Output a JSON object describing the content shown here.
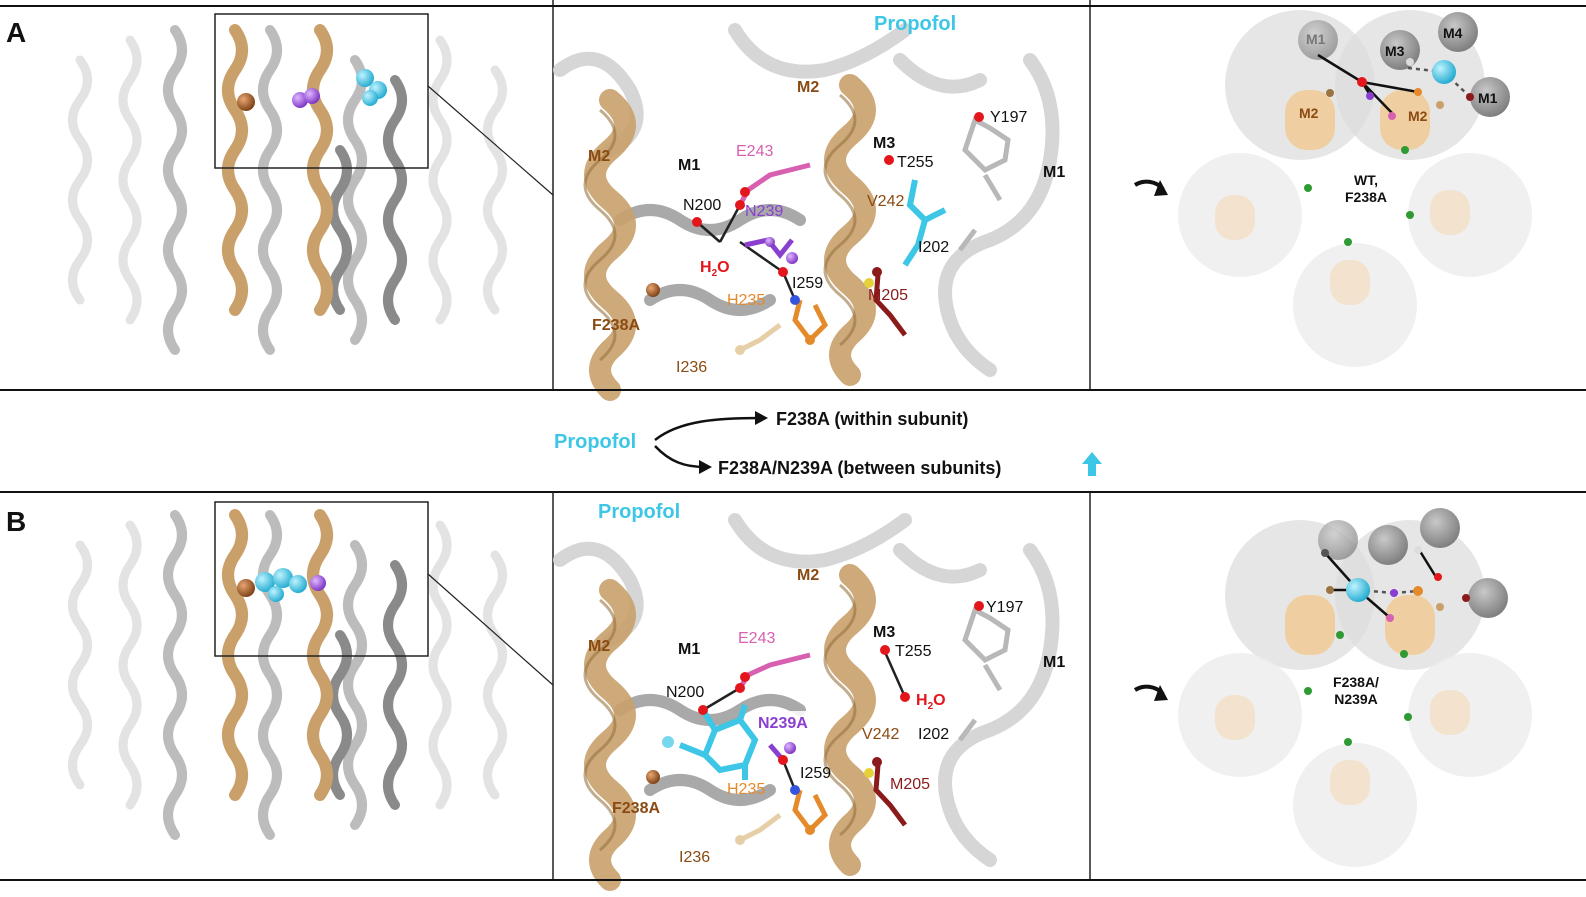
{
  "panels": [
    {
      "id": "A",
      "letter": "A",
      "molecule": {
        "ligand": "Propofol",
        "helix_labels": [
          "M2",
          "M2",
          "M1",
          "M3",
          "M1"
        ],
        "residues": [
          "E243",
          "N239",
          "N200",
          "T255",
          "Y197",
          "V242",
          "I202",
          "I259",
          "H235",
          "M205",
          "F238A",
          "I236"
        ],
        "water": {
          "main": "H",
          "sub": "2",
          "tail": "O"
        }
      },
      "schematic": {
        "tm_labels": [
          "M1",
          "M3",
          "M4",
          "M1",
          "M2",
          "M2"
        ],
        "caption_lines": [
          "WT,",
          "F238A"
        ]
      }
    },
    {
      "id": "B",
      "letter": "B",
      "molecule": {
        "ligand": "Propofol",
        "helix_labels": [
          "M2",
          "M2",
          "M1",
          "M3",
          "M1"
        ],
        "residues": [
          "E243",
          "N239A",
          "N200",
          "T255",
          "Y197",
          "V242",
          "I202",
          "I259",
          "H235",
          "M205",
          "F238A",
          "I236"
        ],
        "water": {
          "main": "H",
          "sub": "2",
          "tail": "O"
        }
      },
      "schematic": {
        "tm_labels": [],
        "caption_lines": [
          "F238A/",
          "N239A"
        ]
      }
    }
  ],
  "middle": {
    "source": "Propofol",
    "target_top": "F238A (within subunit)",
    "target_bottom": "F238A/N239A (between subunits)"
  },
  "colors": {
    "propofol": "#3dc6e6",
    "gold_helix": "#c9a06a",
    "gold_dark": "#9a7442",
    "gray_helix": "#a8a8a8",
    "gray_dark": "#6f6f6f",
    "brown_label": "#8b4a12",
    "purple": "#8a3fd0",
    "pink": "#d860b0",
    "red": "#e3161b",
    "darkred": "#8b1a1a",
    "orange": "#e58a2b",
    "green": "#2e9a32",
    "up_arrow": "#3dc6e6",
    "rotate_arrow": "#111111"
  }
}
